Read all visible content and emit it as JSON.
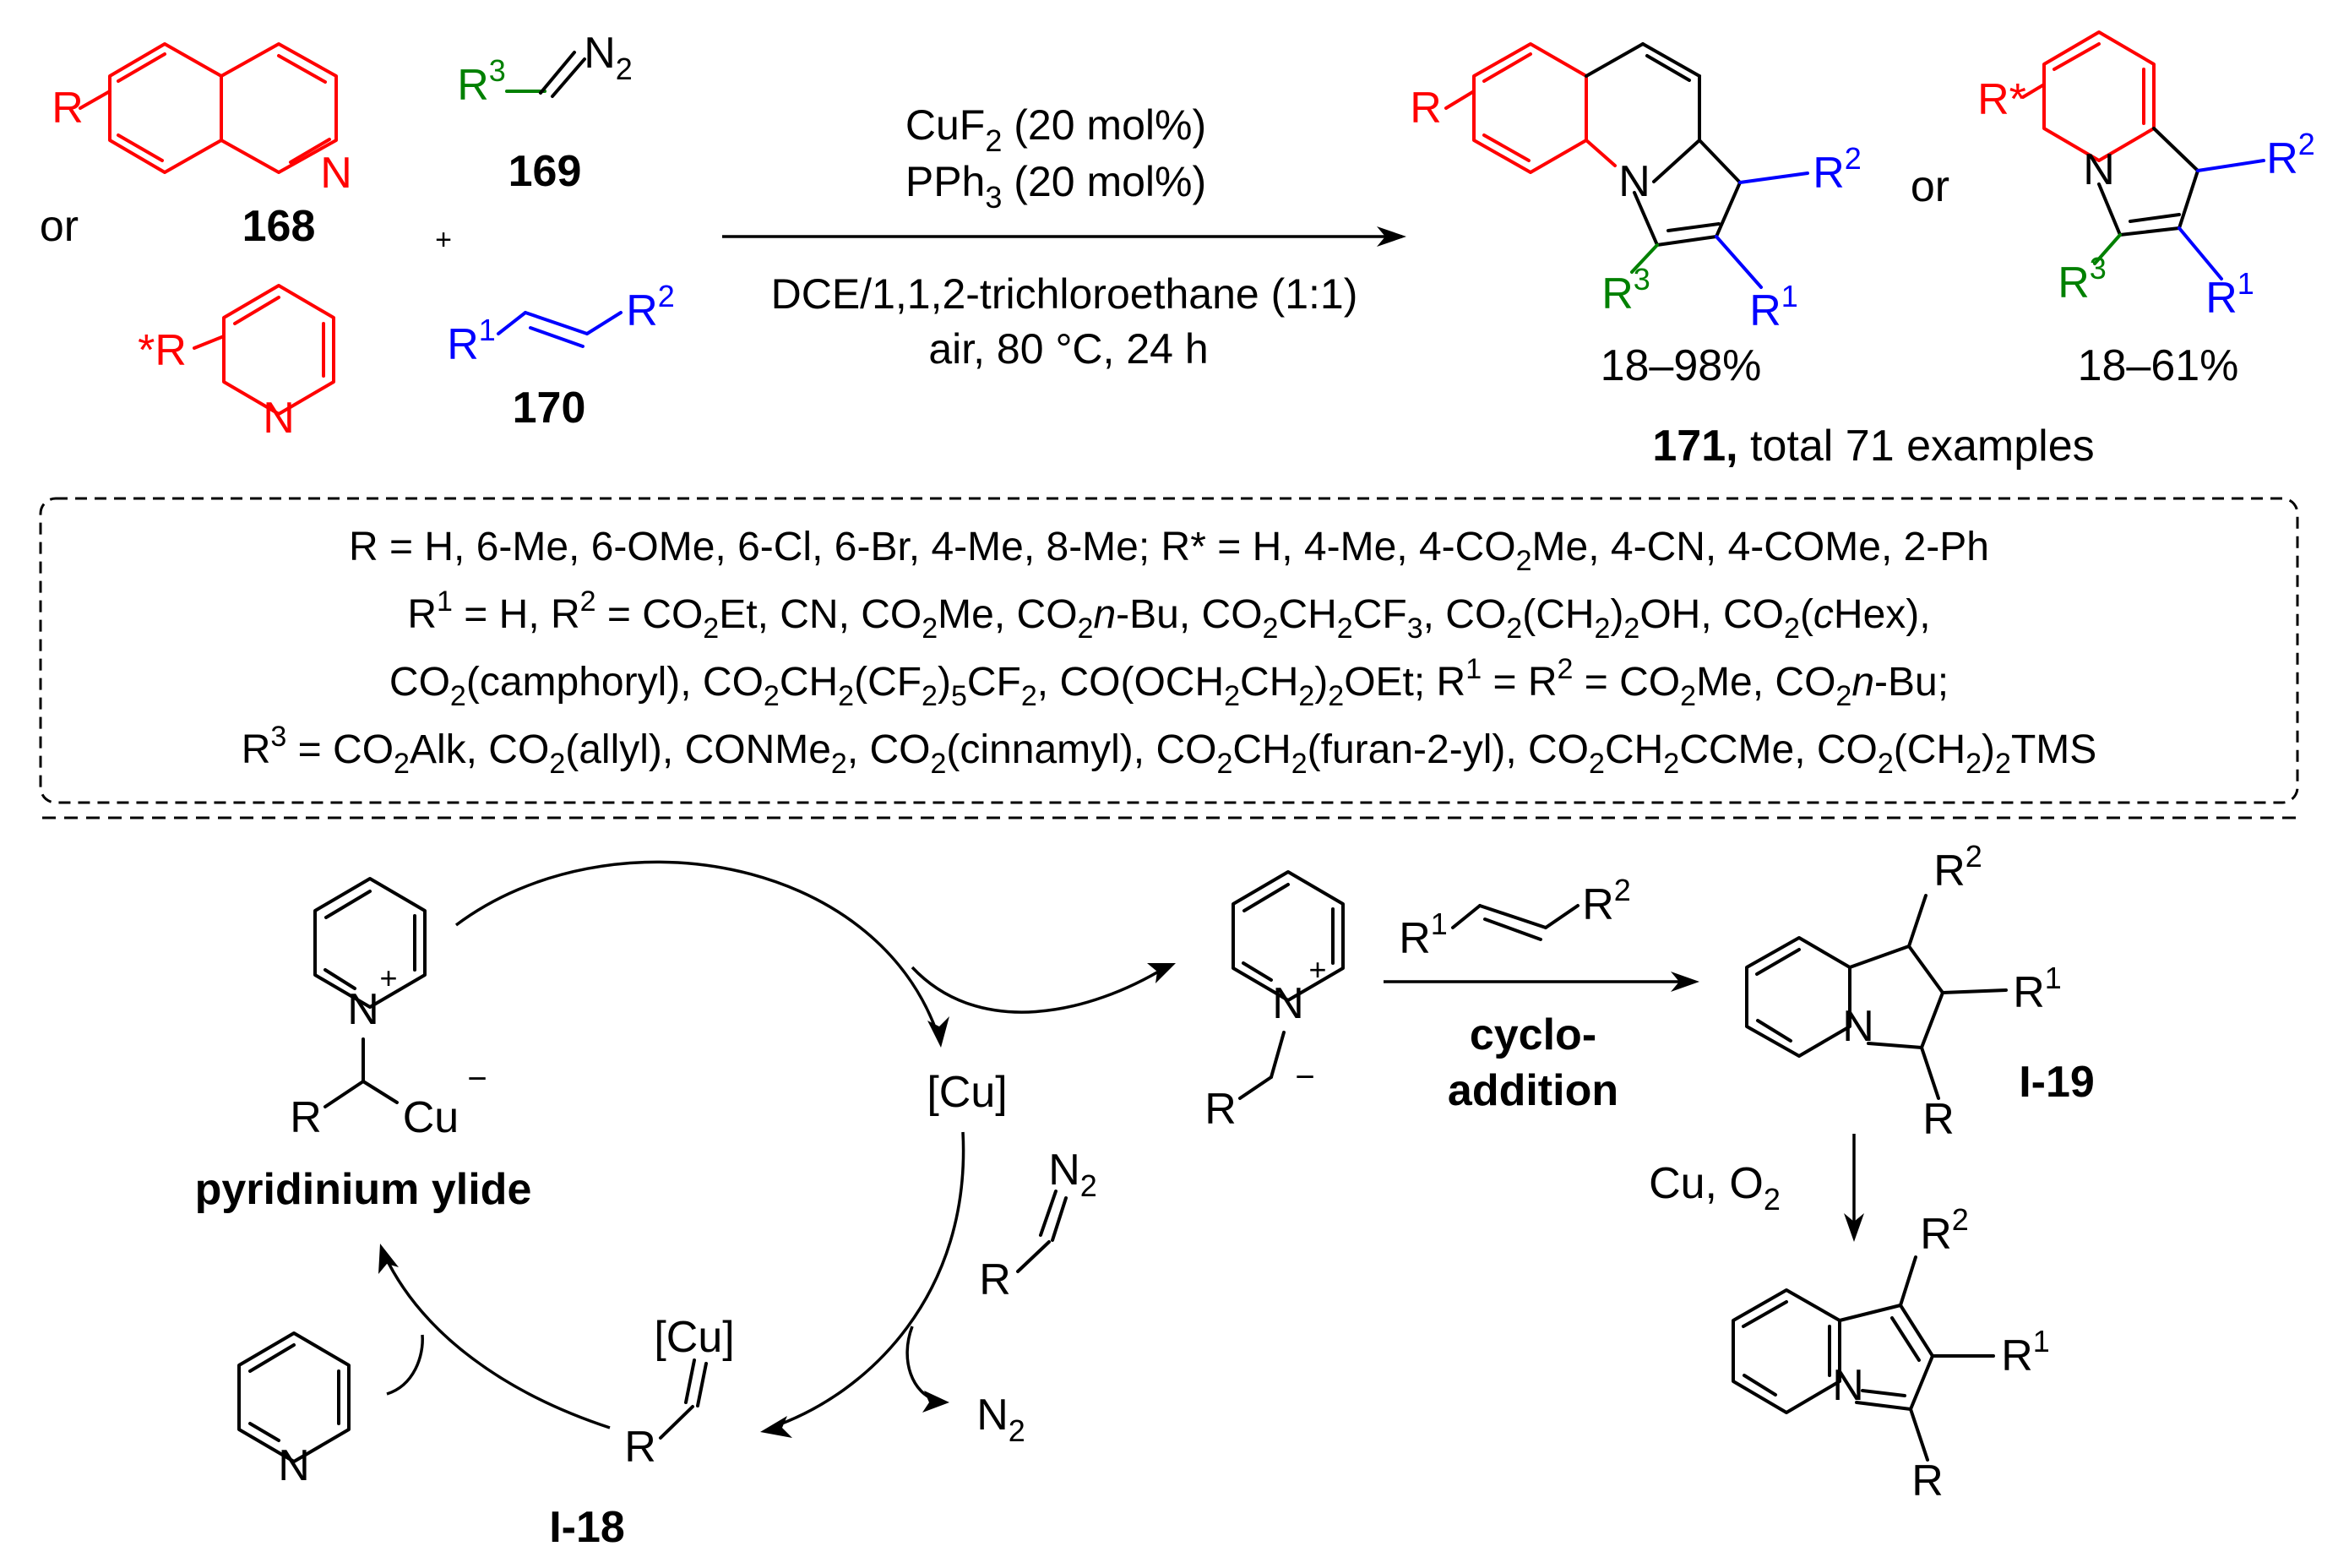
{
  "colors": {
    "substrate": "#ff0000",
    "diazo_r3": "#008000",
    "alkene": "#0000ff",
    "ink": "#000000"
  },
  "reaction": {
    "label_or_left": "or",
    "label_or_right": "or",
    "plus": "+",
    "compound_168": "168",
    "compound_169": "169",
    "compound_170": "170",
    "compound_171": "171,",
    "total_examples": " total 71 examples",
    "yield_quinoline": "18–98%",
    "yield_pyridine": "18–61%",
    "conditions": {
      "line1": [
        "CuF",
        "2",
        " (20 mol%)"
      ],
      "line2": [
        "PPh",
        "3",
        " (20 mol%)"
      ],
      "line3": "DCE/1,1,2-trichloroethane (1:1)",
      "line4": "air, 80 °C, 24 h"
    }
  },
  "scope": {
    "line1": [
      {
        "t": "R = H, 6-Me, 6-OMe, 6-Cl, 6-Br, 4-Me, 8-Me; R* = H, 4-Me, 4-CO"
      },
      {
        "t": "2",
        "s": "sub"
      },
      {
        "t": "Me, 4-CN, 4-COMe, 2-Ph"
      }
    ],
    "line2": [
      {
        "t": "R"
      },
      {
        "t": "1",
        "s": "sup"
      },
      {
        "t": " = H, R"
      },
      {
        "t": "2",
        "s": "sup"
      },
      {
        "t": " = CO"
      },
      {
        "t": "2",
        "s": "sub"
      },
      {
        "t": "Et, CN, CO"
      },
      {
        "t": "2",
        "s": "sub"
      },
      {
        "t": "Me, CO"
      },
      {
        "t": "2",
        "s": "sub"
      },
      {
        "t": "n",
        "s": "i"
      },
      {
        "t": "-Bu, CO"
      },
      {
        "t": "2",
        "s": "sub"
      },
      {
        "t": "CH"
      },
      {
        "t": "2",
        "s": "sub"
      },
      {
        "t": "CF"
      },
      {
        "t": "3",
        "s": "sub"
      },
      {
        "t": ", CO"
      },
      {
        "t": "2",
        "s": "sub"
      },
      {
        "t": "(CH"
      },
      {
        "t": "2",
        "s": "sub"
      },
      {
        "t": ")"
      },
      {
        "t": "2",
        "s": "sub"
      },
      {
        "t": "OH, CO"
      },
      {
        "t": "2",
        "s": "sub"
      },
      {
        "t": "("
      },
      {
        "t": "c",
        "s": "i"
      },
      {
        "t": "Hex),"
      }
    ],
    "line3": [
      {
        "t": "CO"
      },
      {
        "t": "2",
        "s": "sub"
      },
      {
        "t": "(camphoryl), CO"
      },
      {
        "t": "2",
        "s": "sub"
      },
      {
        "t": "CH"
      },
      {
        "t": "2",
        "s": "sub"
      },
      {
        "t": "(CF"
      },
      {
        "t": "2",
        "s": "sub"
      },
      {
        "t": ")"
      },
      {
        "t": "5",
        "s": "sub"
      },
      {
        "t": "CF"
      },
      {
        "t": "2",
        "s": "sub"
      },
      {
        "t": ", CO(OCH"
      },
      {
        "t": "2",
        "s": "sub"
      },
      {
        "t": "CH"
      },
      {
        "t": "2",
        "s": "sub"
      },
      {
        "t": ")"
      },
      {
        "t": "2",
        "s": "sub"
      },
      {
        "t": "OEt; R"
      },
      {
        "t": "1",
        "s": "sup"
      },
      {
        "t": " = R"
      },
      {
        "t": "2",
        "s": "sup"
      },
      {
        "t": " = CO"
      },
      {
        "t": "2",
        "s": "sub"
      },
      {
        "t": "Me, CO"
      },
      {
        "t": "2",
        "s": "sub"
      },
      {
        "t": "n",
        "s": "i"
      },
      {
        "t": "-Bu;"
      }
    ],
    "line4": [
      {
        "t": "R"
      },
      {
        "t": "3",
        "s": "sup"
      },
      {
        "t": " = CO"
      },
      {
        "t": "2",
        "s": "sub"
      },
      {
        "t": "Alk, CO"
      },
      {
        "t": "2",
        "s": "sub"
      },
      {
        "t": "(allyl), CONMe"
      },
      {
        "t": "2",
        "s": "sub"
      },
      {
        "t": ", CO"
      },
      {
        "t": "2",
        "s": "sub"
      },
      {
        "t": "(cinnamyl), CO"
      },
      {
        "t": "2",
        "s": "sub"
      },
      {
        "t": "CH"
      },
      {
        "t": "2",
        "s": "sub"
      },
      {
        "t": "(furan-2-yl), CO"
      },
      {
        "t": "2",
        "s": "sub"
      },
      {
        "t": "CH"
      },
      {
        "t": "2",
        "s": "sub"
      },
      {
        "t": "CCMe, CO"
      },
      {
        "t": "2",
        "s": "sub"
      },
      {
        "t": "(CH"
      },
      {
        "t": "2",
        "s": "sub"
      },
      {
        "t": ")"
      },
      {
        "t": "2",
        "s": "sub"
      },
      {
        "t": "TMS"
      }
    ]
  },
  "mechanism": {
    "ylide_label": "pyridinium ylide",
    "cu": "[Cu]",
    "cu_small": "[Cu]",
    "intermediate_18": "I-18",
    "intermediate_19": "I-19",
    "cycloaddition_1": "cyclo-",
    "cycloaddition_2": "addition",
    "oxidation": [
      "Cu, O",
      "2",
      ""
    ],
    "n2": "N",
    "n2_sub": "2"
  }
}
